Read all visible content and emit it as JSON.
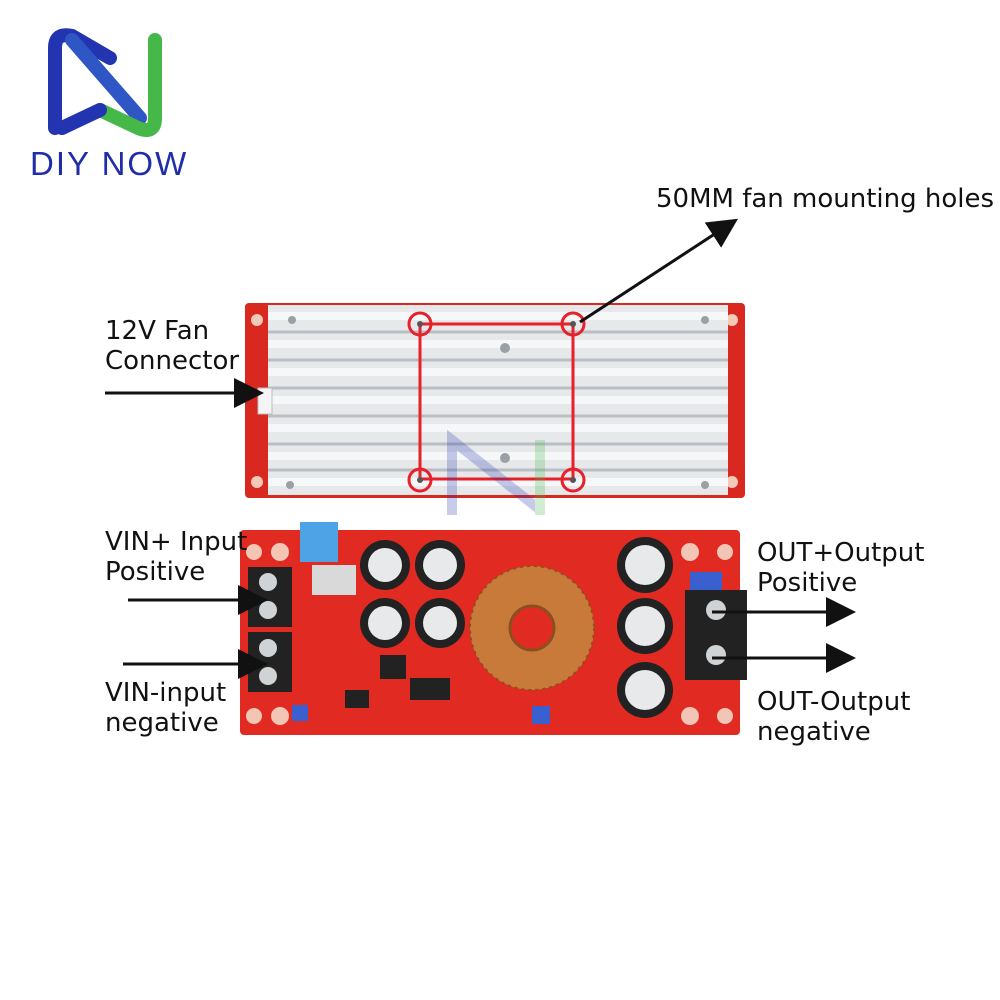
{
  "brand": {
    "name": "DIY NOW",
    "colors": {
      "blue": "#2234b0",
      "green": "#46b84a"
    }
  },
  "labels": {
    "fan_holes": "50MM fan mounting holes",
    "fan_connector_line1": "12V Fan",
    "fan_connector_line2": "Connector",
    "vin_pos_line1": "VIN+ Input",
    "vin_pos_line2": "Positive",
    "vin_neg_line1": "VIN-input",
    "vin_neg_line2": "negative",
    "out_pos_line1": "OUT+Output",
    "out_pos_line2": "Positive",
    "out_neg_line1": "OUT-Output",
    "out_neg_line2": "negative"
  },
  "colors": {
    "pcb": "#e02a22",
    "heatsink": "#e6e8ea",
    "highlight": "#e8202a",
    "copper": "#c87a3a"
  }
}
